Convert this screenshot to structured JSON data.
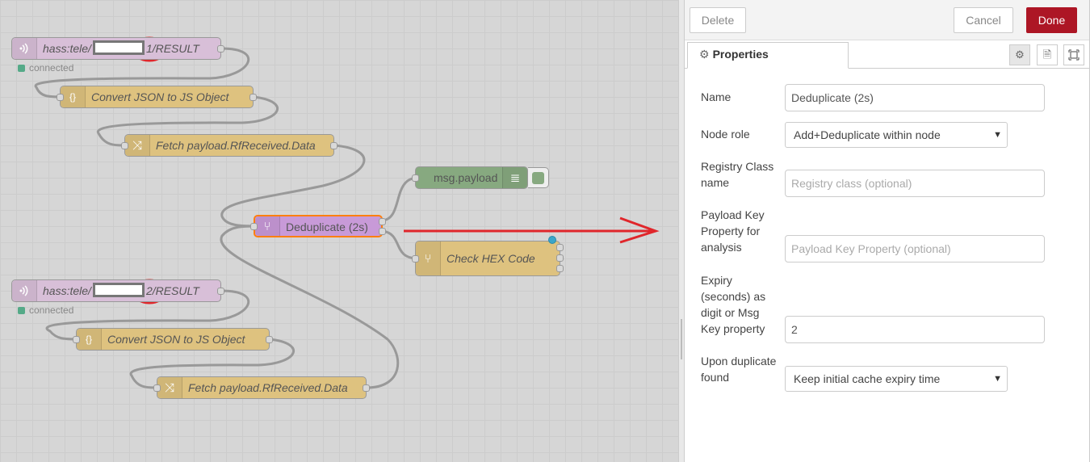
{
  "workspace": {
    "nodes": {
      "mqtt1": {
        "prefix": "hass:tele/",
        "suffix": "1/RESULT",
        "status": "connected"
      },
      "json1": {
        "label": "Convert JSON to JS Object",
        "icon": "json-icon"
      },
      "change1": {
        "label": "Fetch payload.RfReceived.Data",
        "icon": "shuffle-icon"
      },
      "dedup": {
        "label": "Deduplicate (2s)",
        "icon": "split-icon"
      },
      "debug": {
        "label": "msg.payload",
        "icon": "list-icon"
      },
      "switch": {
        "label": "Check HEX Code",
        "icon": "switch-icon"
      },
      "mqtt2": {
        "prefix": "hass:tele/",
        "suffix": "2/RESULT",
        "status": "connected"
      },
      "json2": {
        "label": "Convert JSON to JS Object",
        "icon": "json-icon"
      },
      "change2": {
        "label": "Fetch payload.RfReceived.Data",
        "icon": "shuffle-icon"
      }
    },
    "annotation_color": "#e0262b"
  },
  "panel": {
    "header": {
      "delete": "Delete",
      "cancel": "Cancel",
      "done": "Done"
    },
    "tab_label": "Properties",
    "fields": {
      "name": {
        "label": "Name",
        "value": "Deduplicate (2s)"
      },
      "node_role": {
        "label": "Node role",
        "value": "Add+Deduplicate within node"
      },
      "registry_class": {
        "label": "Registry Class name",
        "placeholder": "Registry class (optional)"
      },
      "payload_key": {
        "label": "Payload Key Property for analysis",
        "placeholder": "Payload Key Property (optional)"
      },
      "expiry": {
        "label": "Expiry (seconds) as digit or Msg Key property",
        "value": "2"
      },
      "upon_duplicate": {
        "label": "Upon duplicate found",
        "value": "Keep initial cache expiry time"
      }
    },
    "accent_color": "#ad1625"
  }
}
